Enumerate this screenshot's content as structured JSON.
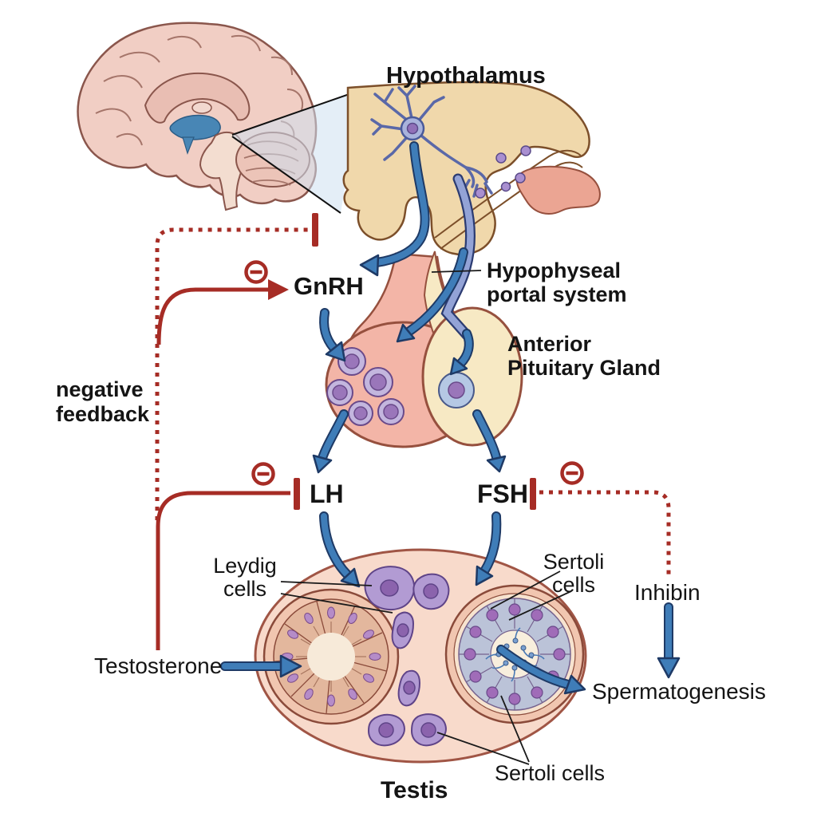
{
  "labels": {
    "hypothalamus": "Hypothalamus",
    "hypophyseal_portal_system": [
      "Hypophyseal",
      "portal system"
    ],
    "anterior_pituitary_gland": [
      "Anterior",
      "Pituitary Gland"
    ],
    "gnrh": "GnRH",
    "negative_feedback": [
      "negative",
      "feedback"
    ],
    "lh": "LH",
    "fsh": "FSH",
    "leydig_cells": [
      "Leydig",
      "cells"
    ],
    "sertoli_cells_upper": [
      "Sertoli",
      "cells"
    ],
    "inhibin": "Inhibin",
    "testosterone": "Testosterone",
    "spermatogenesis": "Spermatogenesis",
    "sertoli_cells_lower": "Sertoli cells",
    "testis": "Testis"
  },
  "icons": {
    "inhibition_symbol": "minus-circle",
    "inhibition_bar": "t-bar",
    "stimulation_arrow": "blue-arrow"
  },
  "colors": {
    "feedback_red": "#a62c25",
    "arrow_blue": "#3f7db8",
    "arrow_blue_outline": "#1e3a66",
    "hypothalamus_tan": "#f0d8ab",
    "anterior_pituitary_pink": "#f3b5a7",
    "posterior_pituitary_cream": "#f7e9c4",
    "gonadotrope_cell_purple": "#c3b6de",
    "sertoli_gray_blue": "#bbc3d8",
    "leydig_purple": "#b29bd3",
    "testis_pink": "#f8dacb",
    "brain_pink": "#f1cec4",
    "ventricle_blue": "#4886b5",
    "label_black": "#141414"
  }
}
